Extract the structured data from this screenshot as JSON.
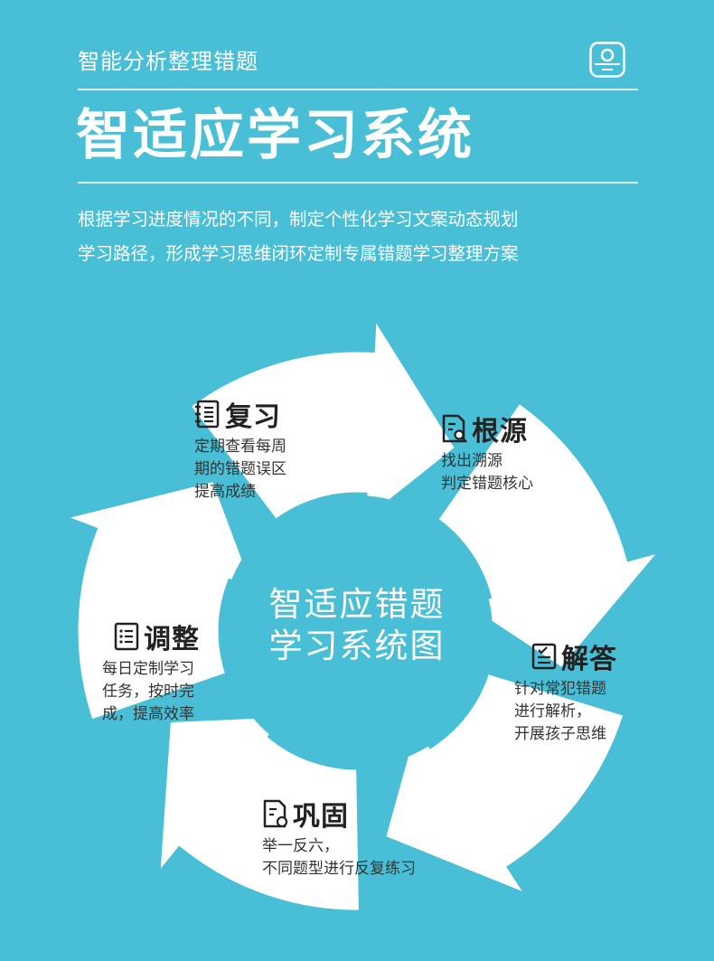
{
  "header": {
    "subtitle": "智能分析整理错题",
    "title": "智适应学习系统",
    "description": [
      "根据学习进度情况的不同，制定个性化学习文案动态规划",
      "学习路径，形成学习思维闭环定制专属错题学习整理方案"
    ]
  },
  "center": {
    "lines": [
      "智适应错题",
      "学习系统图"
    ]
  },
  "steps": [
    {
      "name": "复习",
      "icon": "notebook-icon",
      "lines": [
        "定期查看每周",
        "期的错题误区",
        "提高成绩"
      ]
    },
    {
      "name": "根源",
      "icon": "doc-search-icon",
      "lines": [
        "找出溯源",
        "判定错题核心"
      ]
    },
    {
      "name": "解答",
      "icon": "checklist-icon",
      "lines": [
        "针对常犯错题",
        "进行解析，",
        "开展孩子思维"
      ]
    },
    {
      "name": "巩固",
      "icon": "doc-edit-icon",
      "lines": [
        "举一反六，",
        "不同题型进行反复练习"
      ]
    },
    {
      "name": "调整",
      "icon": "list-icon",
      "lines": [
        "每日定制学习",
        "任务，按时完",
        "成，提高效率"
      ]
    }
  ],
  "colors": {
    "background": "#48bfd6",
    "ring": "#ffffff",
    "text_dark": "#222222"
  }
}
